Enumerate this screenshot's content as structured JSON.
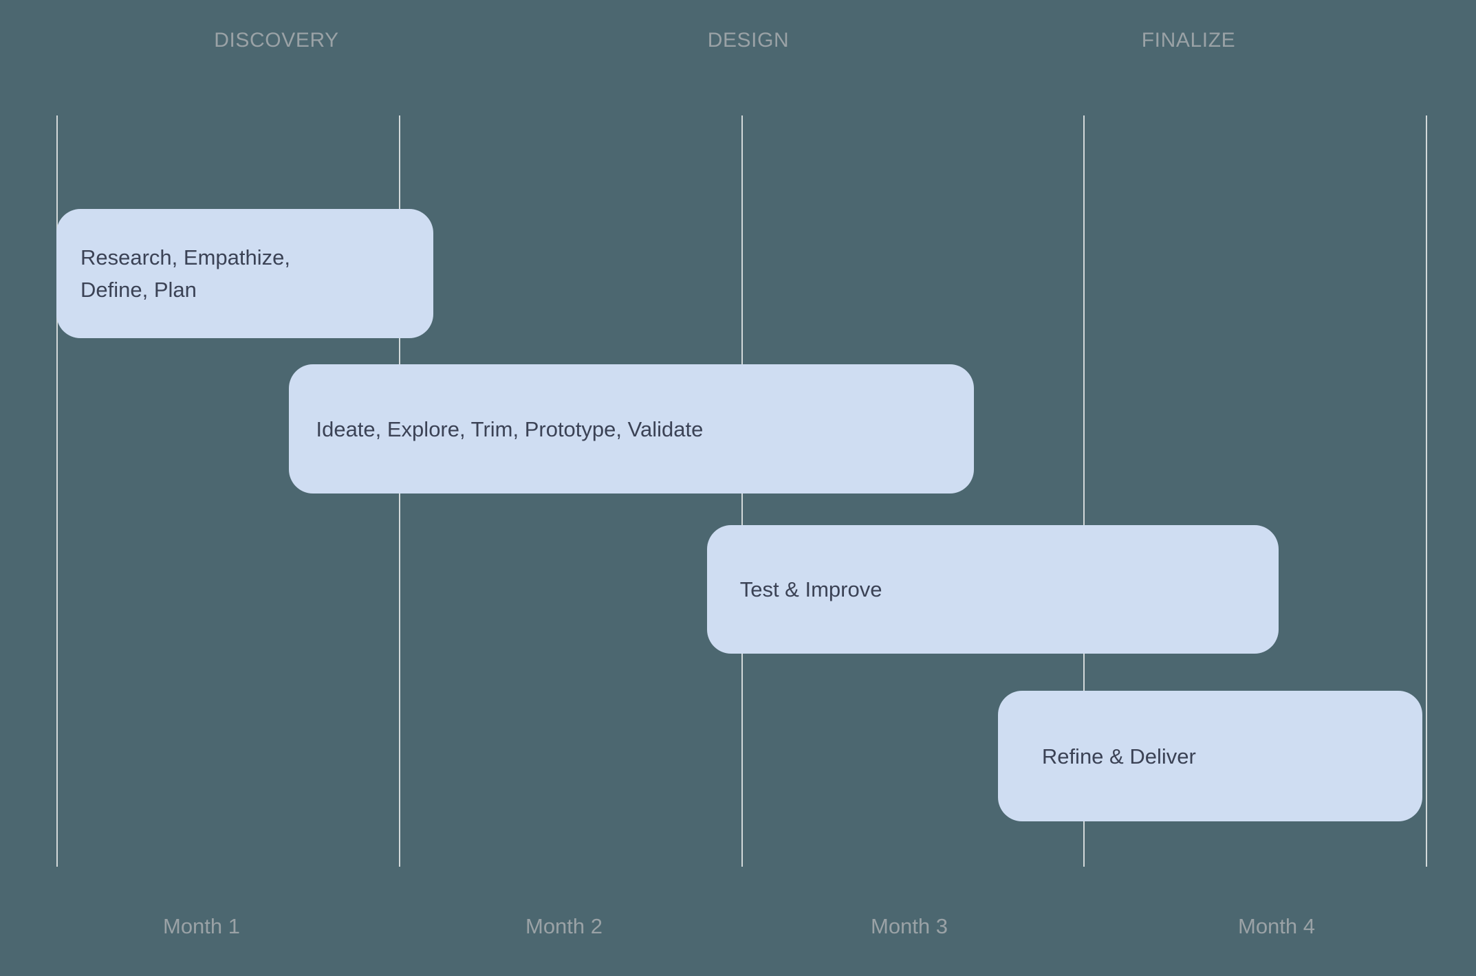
{
  "colors": {
    "background": "#4C6770",
    "bar_fill": "#CFDDF2",
    "bar_text": "#3B4255",
    "label_text": "#9AA2A6",
    "gridline": "#D3D9DA"
  },
  "chart_data": {
    "type": "bar",
    "variant": "gantt-timeline",
    "title": "",
    "xlabel": "",
    "ylabel": "",
    "x_axis": {
      "unit": "months",
      "range": [
        0,
        4
      ],
      "tick_labels": [
        "Month 1",
        "Month 2",
        "Month 3",
        "Month 4"
      ],
      "gridline_count": 5
    },
    "phase_headers": [
      "DISCOVERY",
      "DESIGN",
      "FINALIZE"
    ],
    "legend": false,
    "grid": "vertical-only",
    "tasks": [
      {
        "label": "Research, Empathize, Define, Plan",
        "lines": [
          "Research, Empathize,",
          "Define, Plan"
        ],
        "phase": "DISCOVERY",
        "start_month": 0,
        "end_month": 1.1
      },
      {
        "label": "Ideate, Explore, Trim, Prototype, Validate",
        "lines": [
          "Ideate, Explore, Trim, Prototype, Validate"
        ],
        "phase": "DESIGN",
        "start_month": 0.68,
        "end_month": 2.68
      },
      {
        "label": "Test & Improve",
        "lines": [
          "Test & Improve"
        ],
        "phase": "DESIGN",
        "start_month": 1.9,
        "end_month": 3.57
      },
      {
        "label": "Refine & Deliver",
        "lines": [
          "Refine & Deliver"
        ],
        "phase": "FINALIZE",
        "start_month": 2.75,
        "end_month": 3.99
      }
    ]
  }
}
